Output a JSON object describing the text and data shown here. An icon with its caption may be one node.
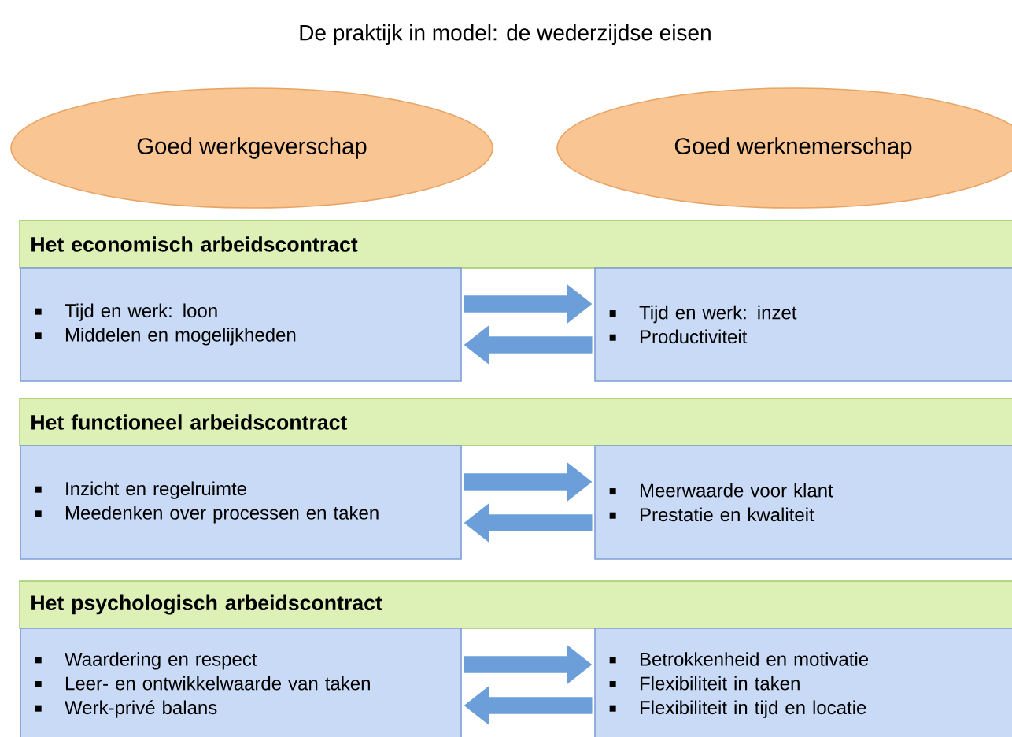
{
  "diagram": {
    "title": "De praktijk in model: de wederzijdse eisen",
    "nodes": [
      {
        "text": [
          "Goed werkgeverschap"
        ]
      },
      {
        "text": [
          "Goed werknemerschap"
        ]
      },
      {
        "text": [
          "Het economisch arbeidscontract"
        ]
      },
      {
        "text": [
          "Tijd en werk: loon",
          "Middelen en mogelijkheden"
        ]
      },
      {
        "text": [
          "Tijd en werk: inzet",
          "Productiviteit"
        ]
      },
      {
        "text": [
          "Het functioneel arbeidscontract"
        ]
      },
      {
        "text": [
          "Inzicht en regelruimte",
          "Meedenken over processen en taken"
        ]
      },
      {
        "text": [
          "Meerwaarde voor klant",
          "Prestatie en kwaliteit"
        ]
      },
      {
        "text": [
          "Het psychologisch arbeidscontract"
        ]
      },
      {
        "text": [
          "Waardering en respect",
          "Leer- en ontwikkelwaarde van taken",
          "Werk-privé balans"
        ]
      },
      {
        "text": [
          "Betrokkenheid en motivatie",
          "Flexibiliteit in taken",
          "Flexibiliteit in tijd en locatie"
        ]
      }
    ],
    "edges": [
      {
        "from": 3,
        "to": 4,
        "arrow": "to"
      },
      {
        "from": 4,
        "to": 3,
        "arrow": "to"
      },
      {
        "from": 6,
        "to": 7,
        "arrow": "to"
      },
      {
        "from": 7,
        "to": 6,
        "arrow": "to"
      },
      {
        "from": 9,
        "to": 10,
        "arrow": "to"
      },
      {
        "from": 10,
        "to": 9,
        "arrow": "to"
      }
    ]
  }
}
